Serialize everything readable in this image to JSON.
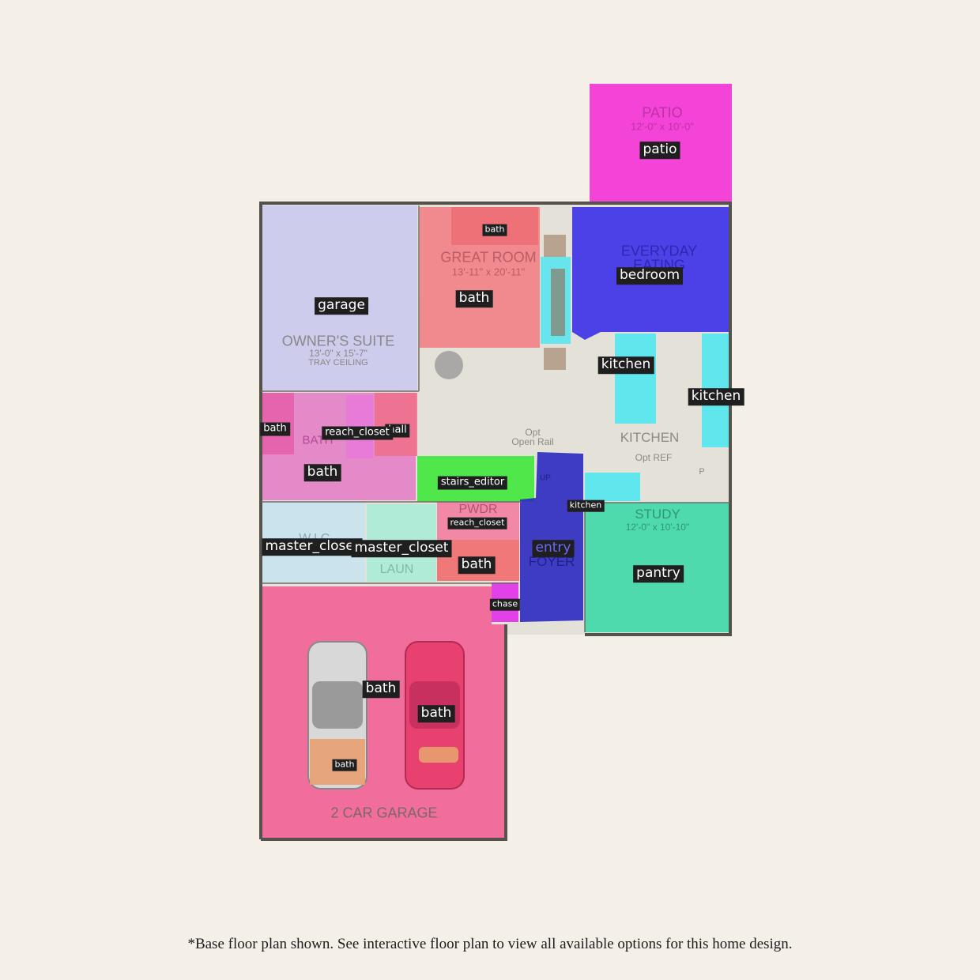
{
  "footnote": "*Base floor plan shown.  See interactive floor plan to view all available options for this home design.",
  "architectural_labels": {
    "patio": "PATIO",
    "patio_size": "12'-0\" x 10'-0\"",
    "everyday_eating": "EVERYDAY",
    "eating": "EATING",
    "great_room": "GREAT ROOM",
    "great_room_size": "13'-11\" x 20'-11\"",
    "owners_suite": "OWNER'S SUITE",
    "owners_suite_size": "13'-0\" x 15'-7\"",
    "tray_ceiling": "TRAY CEILING",
    "kitchen": "KITCHEN",
    "opt_open_rail": "Opt",
    "open_rail": "Open Rail",
    "opt_ref": "Opt REF",
    "study": "STUDY",
    "study_size": "12'-0\" x 10'-10\"",
    "pwdr": "PWDR",
    "foyer": "FOYER",
    "wic": "W.I.C.",
    "laun": "LAUN",
    "bath": "BATH",
    "garage": "2 CAR GARAGE",
    "up": "UP",
    "pantry_p": "P"
  },
  "rooms": [
    {
      "name": "patio",
      "label": "patio",
      "color": "#f23ad6"
    },
    {
      "name": "garage",
      "label": "garage",
      "color": "#c9c8f0"
    },
    {
      "name": "great-room",
      "label": "bath",
      "color": "#f27a80"
    },
    {
      "name": "bath-top",
      "label": "bath",
      "color": "#ee6a72"
    },
    {
      "name": "bedroom",
      "label": "bedroom",
      "color": "#3a30e8"
    },
    {
      "name": "kitchen-island",
      "label": "kitchen",
      "color": "#49e6f0"
    },
    {
      "name": "kitchen-right",
      "label": "kitchen",
      "color": "#49e6f0"
    },
    {
      "name": "bath-left-small",
      "label": "bath",
      "color": "#e83a63"
    },
    {
      "name": "reach-closet-top",
      "label": "reach_closet",
      "color": "#e879d8"
    },
    {
      "name": "hall",
      "label": "hall",
      "color": "#f06f8a"
    },
    {
      "name": "bath-owners",
      "label": "bath",
      "color": "#e56cc2"
    },
    {
      "name": "stairs-editor",
      "label": "stairs_editor",
      "color": "#3ee83a"
    },
    {
      "name": "kitchen-small",
      "label": "kitchen",
      "color": "#49e6f0"
    },
    {
      "name": "master-closet-wic",
      "label": "master_closet",
      "color": "#c6e3ed"
    },
    {
      "name": "master-closet-laun",
      "label": "master_closet",
      "color": "#a8ecd6"
    },
    {
      "name": "reach-closet-pwdr",
      "label": "reach_closet",
      "color": "#f280a0"
    },
    {
      "name": "bath-pwdr",
      "label": "bath",
      "color": "#f26d6d"
    },
    {
      "name": "entry",
      "label": "entry",
      "color": "#2a2ac0"
    },
    {
      "name": "pantry",
      "label": "pantry",
      "color": "#3ed9a8"
    },
    {
      "name": "chase",
      "label": "chase",
      "color": "#e030e8"
    },
    {
      "name": "bath-garage-a",
      "label": "bath",
      "color": "#f25f93"
    },
    {
      "name": "bath-garage-b",
      "label": "bath",
      "color": "#ee4f88"
    },
    {
      "name": "bath-garage-c",
      "label": "bath",
      "color": "#e8a070"
    }
  ]
}
